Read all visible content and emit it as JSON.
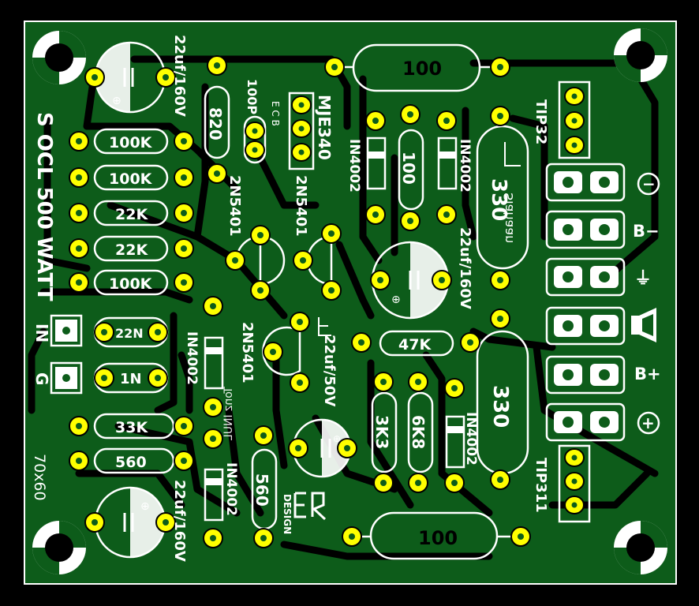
{
  "colors": {
    "background": "#000000",
    "copper_pour": "#0d5c1a",
    "pad": "#ffff00",
    "silkscreen": "#ffffff",
    "trace": "#0d5c1a"
  },
  "board": {
    "title": "S OCL 500 WATT",
    "size_note": "70x60",
    "design_mark": "DESIGN",
    "mirrored_credit": "Siahaan",
    "mirrored_credit_2": "Tonz INUL"
  },
  "inputs": {
    "in_label": "IN",
    "g_label": "G"
  },
  "resistors": {
    "r100_top": "100",
    "r100_bottom": "100",
    "r820": "820",
    "r100k_1": "100K",
    "r100k_2": "100K",
    "r22k_1": "22K",
    "r22k_2": "22K",
    "r100k_3": "100K",
    "r33k": "33K",
    "r560_left": "560",
    "r100_mid": "100",
    "r47k": "47K",
    "r3k3": "3K3",
    "r6k8": "6K8",
    "r330_top": "330",
    "r330_bottom": "330",
    "r560_mid": "560"
  },
  "capacitors": {
    "c22n": "22N",
    "c1n": "1N",
    "c100p": "100P",
    "c22uf_top_left": "22uf/160V",
    "c22uf_bottom_left": "22uf/160V",
    "c22uf_mid": "22uf/160V",
    "c22uf_50v": "22uf/50V"
  },
  "semiconductors": {
    "mje340": "MJE340",
    "mje_pins": "E C B",
    "q1": "2N5401",
    "q2": "2N5401",
    "q3": "2N5401",
    "d1": "IN4002",
    "d2": "IN4002",
    "d3": "IN4002",
    "d4": "IN4002",
    "d5": "IN4002",
    "tip_top": "TIP32",
    "tip_bottom": "TIP311"
  },
  "terminals": {
    "minus_symbol": "−",
    "b_minus": "B−",
    "gnd_symbol": "⏚",
    "b_plus": "B+",
    "plus_symbol": "+"
  }
}
